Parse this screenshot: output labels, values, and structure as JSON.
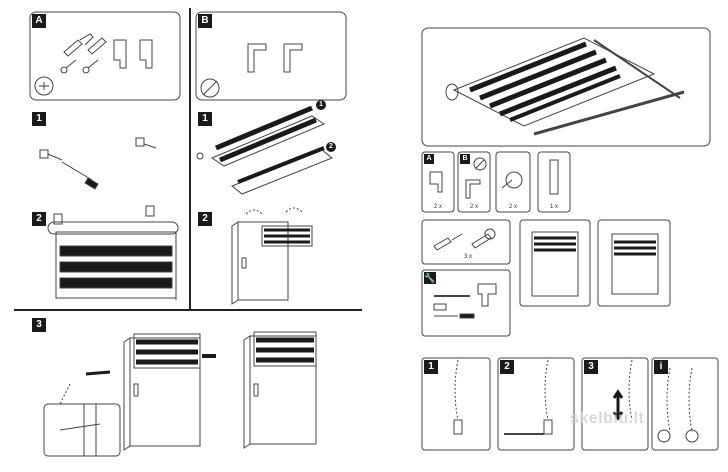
{
  "steps_left": {
    "a": "A",
    "one_a": "1",
    "two_a": "2",
    "b": "B",
    "one_b": "1",
    "two_b": "2",
    "three": "3"
  },
  "badges_b": {
    "one": "1",
    "two": "2"
  },
  "parts": {
    "a": "A",
    "b": "B",
    "cap_a": "2 x",
    "cap_b": "2 x",
    "cap_c": "2 x",
    "cap_d": "1 x",
    "cap_screws": "3 x"
  },
  "steps_right": {
    "one": "1",
    "two": "2",
    "three": "3",
    "info": "i"
  },
  "watermark": "skelbiu.lt",
  "colors": {
    "ink": "#1a1a1a",
    "line": "#444444",
    "fill": "#ffffff"
  }
}
